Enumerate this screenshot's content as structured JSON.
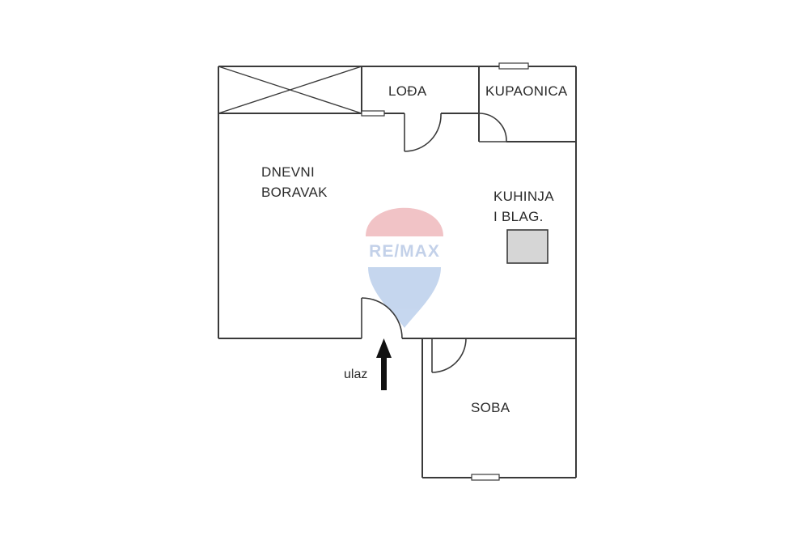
{
  "rooms": {
    "loggia": "LOĐA",
    "bathroom": "KUPAONICA",
    "living_line1": "DNEVNI",
    "living_line2": "BORAVAK",
    "kitchen_line1": "KUHINJA",
    "kitchen_line2": "I BLAG.",
    "room": "SOBA"
  },
  "entrance": {
    "label": "ulaz"
  },
  "watermark": {
    "brand": "RE/MAX",
    "color_red": "#e8a3a8",
    "color_blue": "#9fb6dd"
  },
  "colors": {
    "wall": "#3a3a3a",
    "stove": "#d6d6d6"
  }
}
